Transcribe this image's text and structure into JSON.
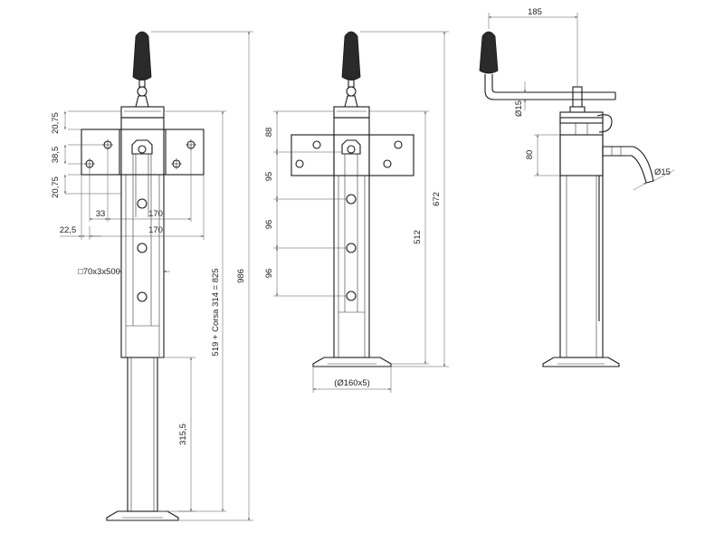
{
  "views": {
    "front": {
      "labels": {
        "plate_top_height": "20,75",
        "hole_vertical_spacing": "38,5",
        "plate_bottom_height": "20,75",
        "hole_offset": "33",
        "hole_span_inner": "170",
        "plate_edge": "22,5",
        "plate_width": "170",
        "tube_section": "□70x3x500",
        "total_height_formula": "519 + Corsa 314 = 825",
        "overall_height": "986",
        "inner_tube_length": "315,5"
      }
    },
    "side": {
      "labels": {
        "top_pitch": "88",
        "pitch_1": "95",
        "pitch_2": "96",
        "pitch_3": "96",
        "base_plate": "(Ø160x5)",
        "tube_height": "512",
        "closed_height": "672"
      }
    },
    "rear": {
      "labels": {
        "crank_length": "185",
        "crank_diameter": "Ø15",
        "clamp_height": "80",
        "pin_diameter": "Ø15"
      }
    }
  }
}
